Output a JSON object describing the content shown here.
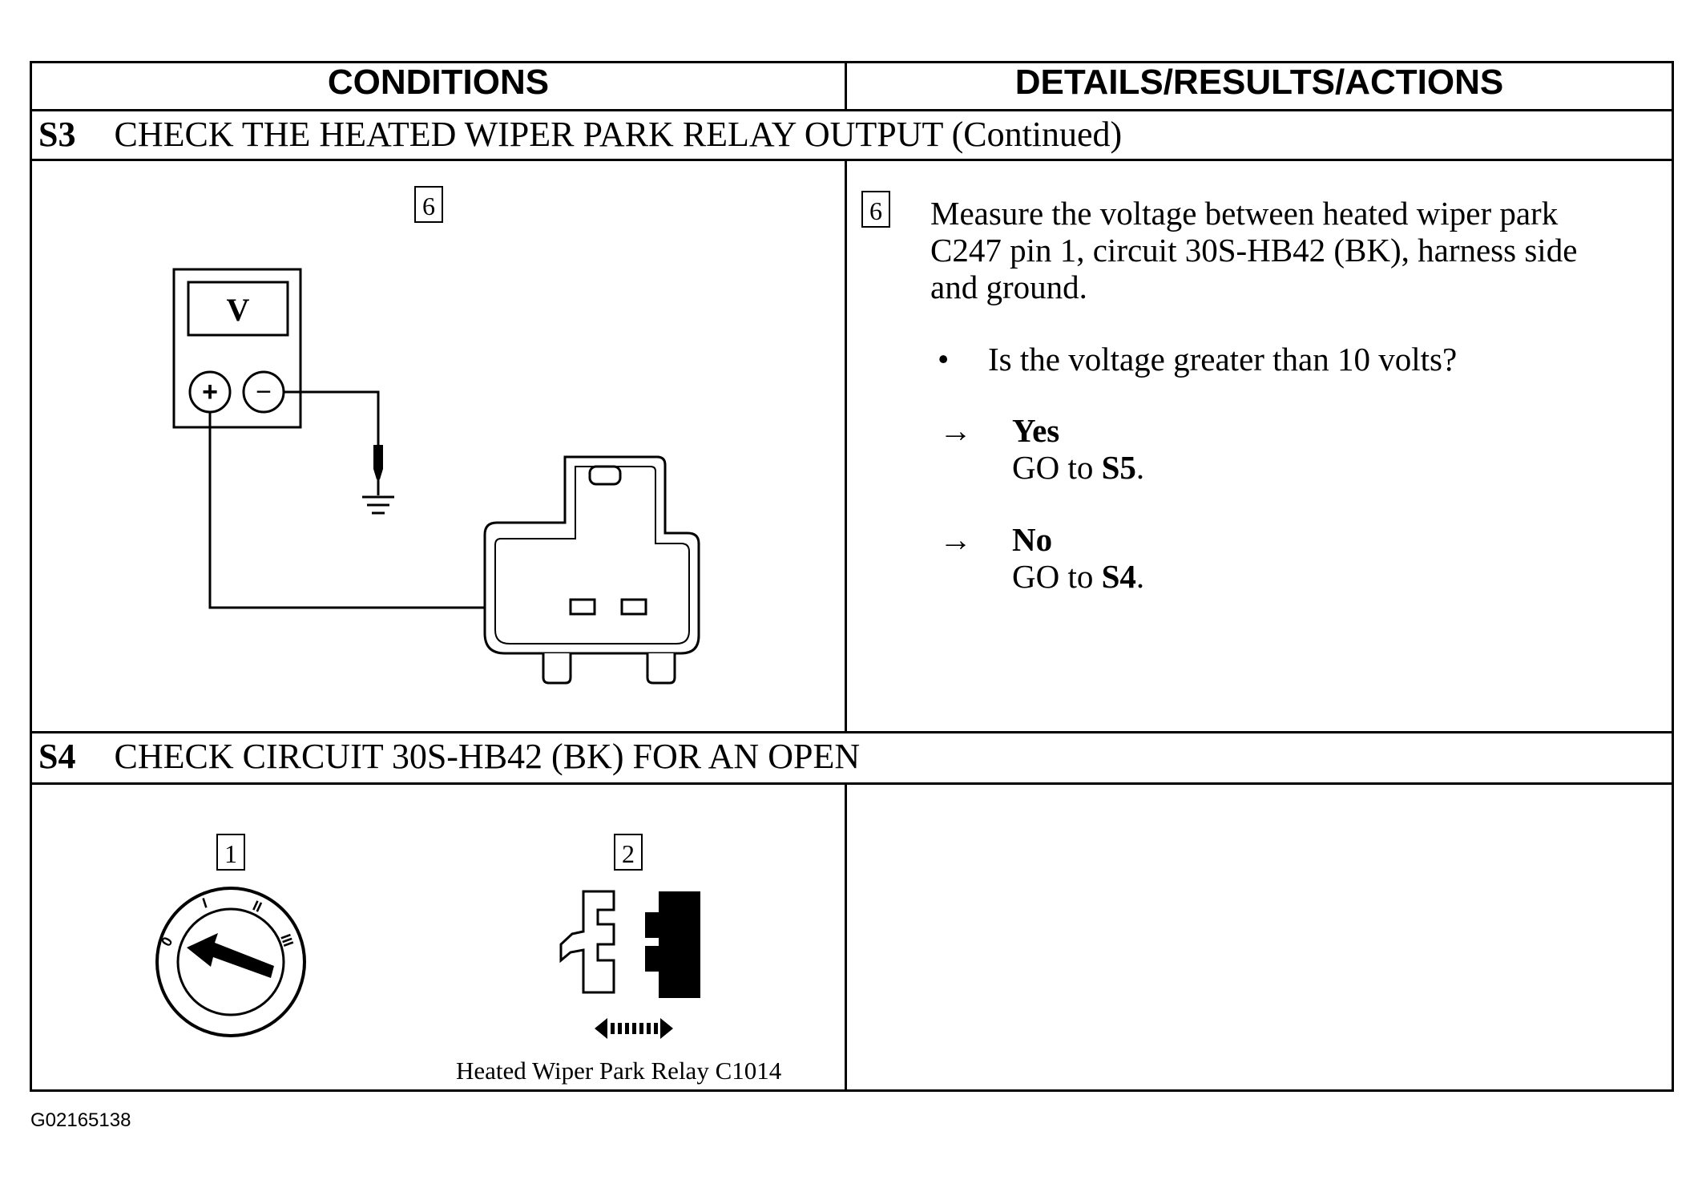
{
  "header": {
    "conditions": "CONDITIONS",
    "details": "DETAILS/RESULTS/ACTIONS"
  },
  "s3": {
    "id": "S3",
    "title": "CHECK THE HEATED WIPER PARK RELAY OUTPUT (Continued)",
    "step_number": "6",
    "meter_label": "V",
    "meter_plus": "+",
    "meter_minus": "−",
    "detail_lines": [
      "Measure the voltage between heated wiper park",
      "C247 pin 1, circuit 30S-HB42 (BK), harness side",
      "and ground."
    ],
    "question": "Is the voltage greater than 10 volts?",
    "bullet": "•",
    "arrow": "→",
    "yes_label": "Yes",
    "yes_action_prefix": "GO to",
    "yes_action_target": "S5",
    "no_label": "No",
    "no_action_prefix": "GO to",
    "no_action_target": "S4",
    "period": "."
  },
  "s4": {
    "id": "S4",
    "title": "CHECK CIRCUIT 30S-HB42 (BK) FOR AN OPEN",
    "step1_number": "1",
    "step2_number": "2",
    "switch_positions": [
      "0",
      "I",
      "II",
      "III"
    ],
    "relay_caption": "Heated Wiper Park Relay C1014"
  },
  "figure_id": "G02165138"
}
